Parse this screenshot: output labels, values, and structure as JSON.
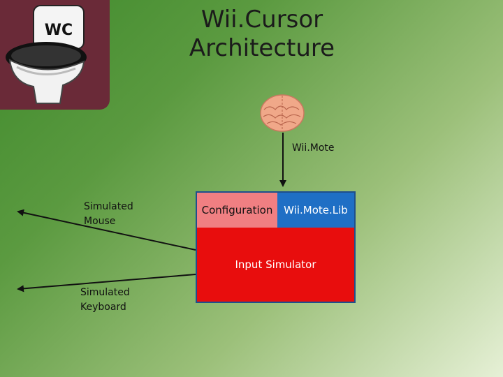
{
  "logo": {
    "text": "WC",
    "icon": "toilet-icon"
  },
  "title": {
    "line1": "Wii.Cursor",
    "line2": "Architecture"
  },
  "wiimote": {
    "label": "Wii.Mote",
    "icon": "brain-icon"
  },
  "outputs": {
    "mouse": {
      "line1": "Simulated",
      "line2": "Mouse"
    },
    "keyboard": {
      "line1": "Simulated",
      "line2": "Keyboard"
    }
  },
  "components": {
    "configuration": "Configuration",
    "library": "Wii.Mote.Lib",
    "simulator": "Input Simulator"
  },
  "colors": {
    "configuration": "#f07f82",
    "library": "#1f6fc5",
    "simulator": "#e80d0d",
    "border": "#1e4f8c"
  }
}
